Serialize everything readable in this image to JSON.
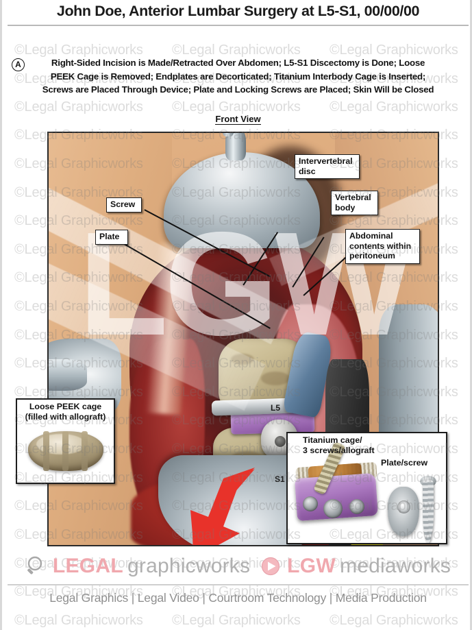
{
  "header": {
    "title": "John Doe, Anterior Lumbar Surgery at L5-S1, 00/00/00"
  },
  "caption": {
    "badge": "A",
    "line1": "Right-Sided Incision is Made/Retracted Over Abdomen; L5-S1 Discectomy is Done; Loose",
    "line2": "PEEK Cage is Removed; Endplates are Decorticated; Titanium Interbody Cage is Inserted;",
    "line3": "Screws are Placed Through Device; Plate and Locking Screws are Placed; Skin Will be Closed"
  },
  "illustration": {
    "view_label": "Front View",
    "vertebra_labels": [
      "L5",
      "S1"
    ],
    "callouts": [
      {
        "name": "intervertebral-disc",
        "text": "Intervertebral\ndisc"
      },
      {
        "name": "vertebral-body",
        "text": "Vertebral\nbody"
      },
      {
        "name": "abdominal-contents",
        "text": "Abdominal\ncontents within\nperitoneum"
      },
      {
        "name": "screw",
        "text": "Screw"
      },
      {
        "name": "plate",
        "text": "Plate"
      }
    ],
    "arrows": [
      {
        "name": "red-arrow",
        "color": "#e8322a",
        "points_to": "loose-peek-cage-inset"
      },
      {
        "name": "yellow-arrow",
        "color": "#f4e61c",
        "points_to": "titanium-cage-inset"
      }
    ]
  },
  "insets": {
    "left": {
      "caption_line1": "Loose PEEK cage",
      "caption_line2": "(filled with allograft)"
    },
    "right": {
      "caption_line1": "Titanium cage/",
      "caption_line2": "3 screws/allograft",
      "caption_line3": "Plate/screw"
    }
  },
  "watermark": {
    "text": "©Legal Graphicworks",
    "center_text": "LGW"
  },
  "footer": {
    "brand_primary_strong": "LEGAL",
    "brand_primary_light": "graphicworks",
    "brand_secondary_strong": "LGW",
    "brand_secondary_light": "mediaworks",
    "tagline": "Legal Graphics | Legal Video | Courtroom Technology | Media Production",
    "accent_color": "#f0a8ae",
    "muted_color": "#b0b0b0"
  }
}
